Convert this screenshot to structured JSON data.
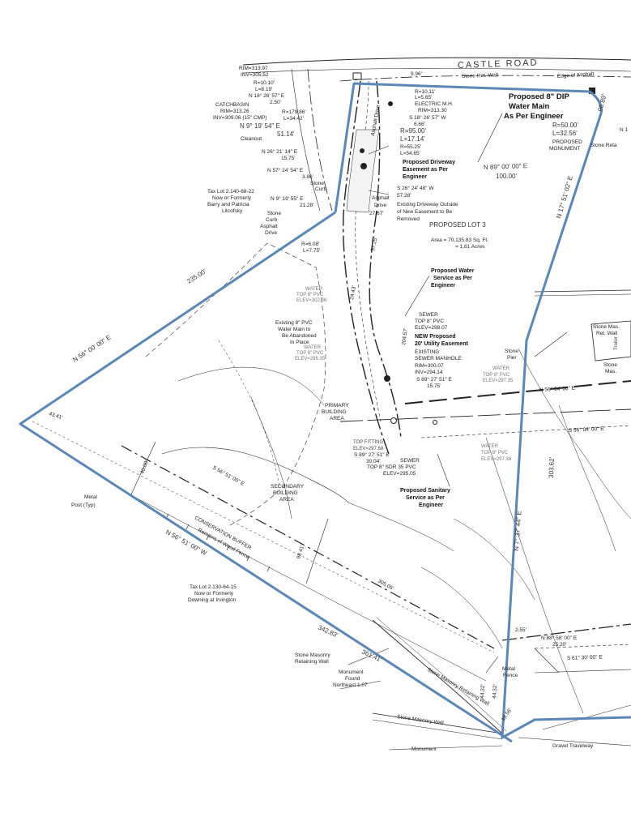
{
  "road": "CASTLE ROAD",
  "top_labels": {
    "manhole_rim": "RIM=313.97",
    "manhole_inv": "INV=305.52",
    "r1": "R=10.10'",
    "l1": "L=8.19'",
    "b1": "N 18° 26' 57\" E",
    "d1": "2.50'",
    "catch": "CATCHBASIN",
    "catch_rim": "RIM=313.26",
    "catch_inv": "INV=309.06 (15\" CMP)",
    "r2": "R=179.86'",
    "l2": "L=34.42'",
    "b2": "N 9° 19' 54\" E",
    "d2": "51.14'",
    "cleanout": "Cleanout",
    "b3": "N 26° 21' 14\" E",
    "d3": "15.75'",
    "b4": "N 57° 24' 54\" E",
    "d4": "3.86'",
    "stone_curb": "Stone",
    "stone_curb2": "Curb",
    "b5": "N 9° 19' 55\" E",
    "d5": "21.28'",
    "d_top": "9.96'",
    "stone_wall": "Stone Ret. Wall",
    "edge_asphalt": "Edge of Asphalt",
    "asphalt_drive_v": "Asphalt Drive",
    "r3": "R=10.11'",
    "l3": "L=5.65'",
    "elec": "ELECTRIC M.H.",
    "elec_rim": "RIM=313.30",
    "b6": "S 18° 26' 57\" W",
    "d6": "6.66'",
    "r4": "R=95.00'",
    "l4": "L=17.14'",
    "r5": "R=55.25'",
    "l5": "L=54.65'"
  },
  "water_main": {
    "l1": "Proposed 8\" DIP",
    "l2": "Water Main",
    "l3": "As Per Engineer"
  },
  "monument": {
    "r": "R=50.00'",
    "l": "L=32.56'",
    "p1": "PROPOSED",
    "p2": "MONUMENT",
    "top_dist": "96.89'",
    "stone_ret": "Stone Reta",
    "cut": "N 1"
  },
  "driveway": {
    "e1": "Proposed Driveway",
    "e2": "Easement as Per",
    "e3": "Engineer",
    "b": "S 26° 24' 48\" W",
    "d": "57.28'",
    "x1": "Existing Driveway Outside",
    "x2": "of New Easement to Be",
    "x3": "Removed",
    "ad1": "Asphalt",
    "ad2": "Drive",
    "ad3": "27.67'"
  },
  "lot": {
    "name": "PROPOSED LOT 3",
    "area1": "Area = 70,135.83 Sq. Ft.",
    "area2": "= 1.61 Acres",
    "north_line": "N 89° 00' 00\" E",
    "north_dist": "100.00'",
    "east_line": "N 17° 51' 02\" E"
  },
  "left_owner": {
    "a": "Tax Lot 2.140-68-22",
    "b": "Now or Formerly",
    "c": "Barry and Patricia",
    "d": "Litcofsky",
    "e": "Stone",
    "f": "Curb",
    "g": "Asphalt",
    "h": "Drive",
    "r": "R=6.08'",
    "l": "L=7.75'"
  },
  "nw_line": {
    "dist": "235.00'",
    "bearing": "N 56° 00' 00\" E",
    "short": "43.41'"
  },
  "water_service": {
    "a": "Proposed Water",
    "b": "Service as Per",
    "c": "Engineer"
  },
  "utilities": {
    "w1a": "WATER",
    "w1b": "TOP 8\" PVC",
    "w1c": "ELEV=302.36",
    "ex1": "Existing 8\" PVC",
    "ex2": "Water Main to",
    "ex3": "Be Abandoned",
    "ex4": "In Place",
    "w2a": "WATER",
    "w2b": "TOP 8\" PVC",
    "w2c": "ELEV=299.35",
    "sew1a": "SEWER",
    "sew1b": "TOP 8\" PVC",
    "sew1c": "ELEV=298.07",
    "ue1": "NEW Proposed",
    "ue2": "20' Utility Easement",
    "mh1": "EXISTING",
    "mh2": "SEWER MANHOLE",
    "mh3": "RIM=300.07",
    "mh4": "INV=294.14",
    "mhb": "S 89° 27' 51\" E",
    "mhd": "15.75'",
    "w3a": "WATER",
    "w3b": "TOP 8\" PVC",
    "w3c": "ELEV=297.35",
    "fit1": "TOP FITTING",
    "fit2": "ELEV=297.68",
    "fitb": "S 89° 27' 51\" E",
    "fitd": "30.04'",
    "sew2a": "SEWER",
    "sew2b": "TOP 8\" SDR 35 PVC",
    "sew2c": "ELEV=295.05",
    "w4a": "WATER",
    "w4b": "TOP 8\" PVC",
    "w4c": "ELEV=297.36",
    "san1": "Proposed Sanitary",
    "san2": "Service as Per",
    "san3": "Engineer",
    "d204": "204.57'",
    "d24": "24.43'",
    "d57": "57.25'"
  },
  "east_side": {
    "sm1": "Stone Mas.",
    "sm2": "Ret. Wall",
    "sp1": "Stone",
    "sp2": "Pier",
    "b1": "N 56° 04' 00\" E",
    "b2": "S 56° 04' 00\" E",
    "d303": "303.62'",
    "b3": "N 7° 37' 44\" E",
    "trailer": "Trailer",
    "sto": "Stone",
    "mas": "Mas.",
    "d255": "2.55'",
    "b4": "N 88° 58' 00\" E",
    "d4": "25.20'",
    "b5": "S 61° 30' 00\" E",
    "mf1": "Metal",
    "mf2": "Fence",
    "d44": "44.32'",
    "d18": "18.56'",
    "gravel": "Gravel Travelway"
  },
  "areas": {
    "p1": "PRIMARY",
    "p2": "BUILDING",
    "p3": "AREA",
    "s1": "SECONDARY",
    "s2": "BUILDING",
    "s3": "AREA",
    "sline": "S 56° 51' 00\" E",
    "d40": "40.00'",
    "d98": "98.41'",
    "d305": "305.05'"
  },
  "south": {
    "metal1": "Metal",
    "metal2": "Post (Typ)",
    "buffer": "CONSERVATION BUFFER",
    "fence": "Remains of Wood Fence",
    "sline": "N 56° 51' 00\" W",
    "t1": "Tax Lot 2.130-64-15",
    "t2": "Now or Formerly",
    "t3": "Downing at Irvington",
    "d342": "342.83'",
    "d361": "361.41'",
    "smw1": "Stone Masonry",
    "smw2": "Retaining Wall",
    "mon1": "Monument",
    "mon2": "Found",
    "mon3": "Northeast 1.07",
    "smrw": "Stone Masonry Retaining Wall",
    "smw_b": "Stone Masonry Wall",
    "monu": "Monument"
  }
}
